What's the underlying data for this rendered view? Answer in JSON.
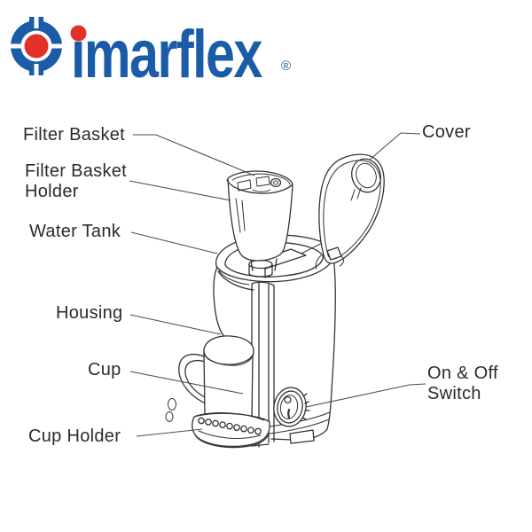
{
  "brand": {
    "logo_text": "imarflex",
    "registered_mark": "®",
    "colors": {
      "blue": "#1A5CA8",
      "red": "#E23128"
    }
  },
  "diagram": {
    "product": "single cup coffee maker line drawing",
    "parts": [
      {
        "name": "filter-basket",
        "label": "Filter Basket"
      },
      {
        "name": "filter-basket-holder",
        "label": "Filter Basket Holder"
      },
      {
        "name": "water-tank",
        "label": "Water Tank"
      },
      {
        "name": "housing",
        "label": "Housing"
      },
      {
        "name": "cup",
        "label": "Cup"
      },
      {
        "name": "cup-holder",
        "label": "Cup Holder"
      },
      {
        "name": "cover",
        "label": "Cover"
      },
      {
        "name": "on-off-switch",
        "label": "On & Off Switch"
      }
    ]
  }
}
